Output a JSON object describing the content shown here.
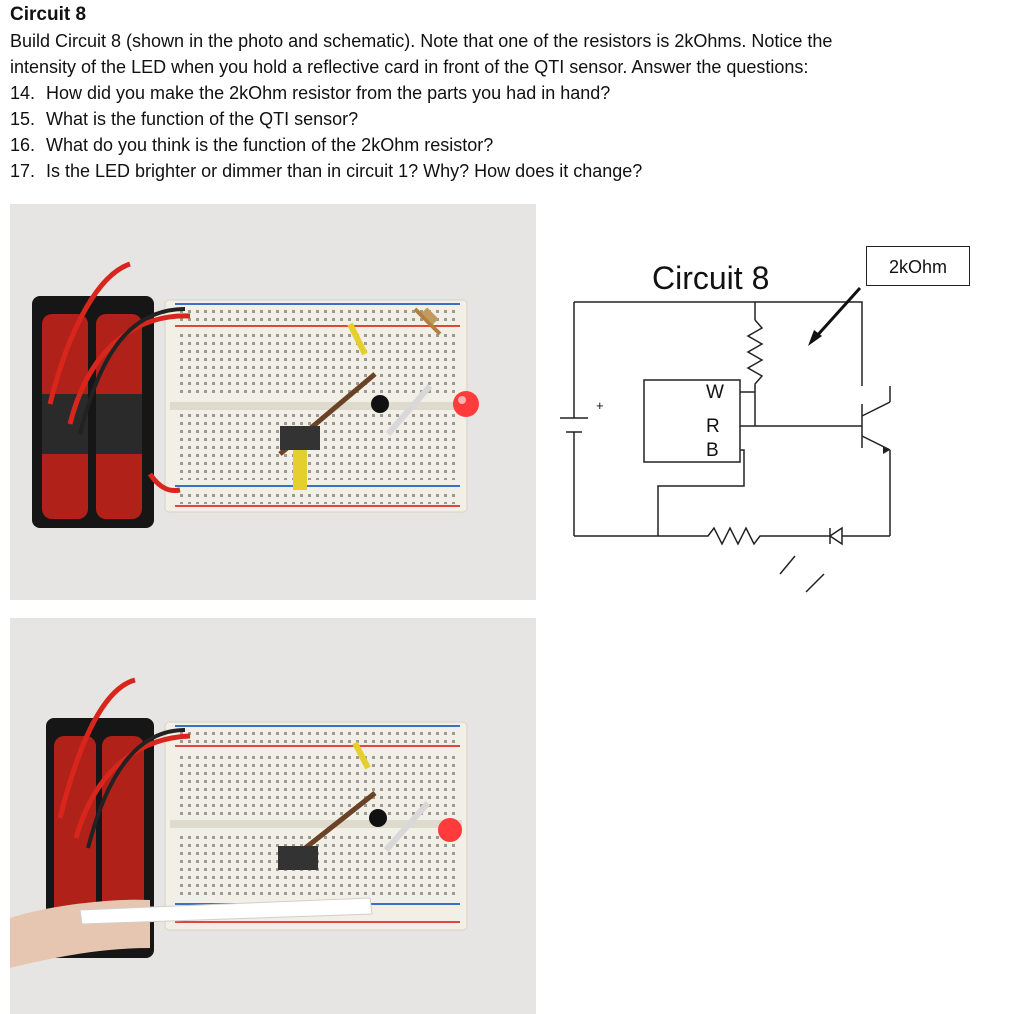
{
  "document": {
    "title": "Circuit 8",
    "intro_line1": "Build Circuit 8 (shown in the photo and schematic).  Note that one of the resistors is 2kOhms.  Notice the",
    "intro_line2": "intensity of the LED when you hold a reflective card in front of the QTI sensor.  Answer the questions:",
    "questions": [
      {
        "num": "14.",
        "text": "How did you make the 2kOhm resistor from the parts you had in hand?"
      },
      {
        "num": "15.",
        "text": "What is the function of the QTI sensor?"
      },
      {
        "num": "16.",
        "text": "What do you think is the function of the 2kOhm resistor?"
      },
      {
        "num": "17.",
        "text": "Is the LED brighter or dimmer than in circuit 1?  Why?  How does it change?"
      }
    ]
  },
  "schematic": {
    "title": "Circuit 8",
    "resistor_label": "2kOhm",
    "sensor_pins": [
      "W",
      "R",
      "B"
    ],
    "battery_plus": "+"
  },
  "colors": {
    "breadboard": "#f2efe6",
    "battery": "#1a1a1a",
    "wire_red": "#d8261c",
    "wire_black": "#222222",
    "led": "#ff3b3b",
    "rail_red": "#e0463c",
    "rail_blue": "#3e6fc7"
  }
}
